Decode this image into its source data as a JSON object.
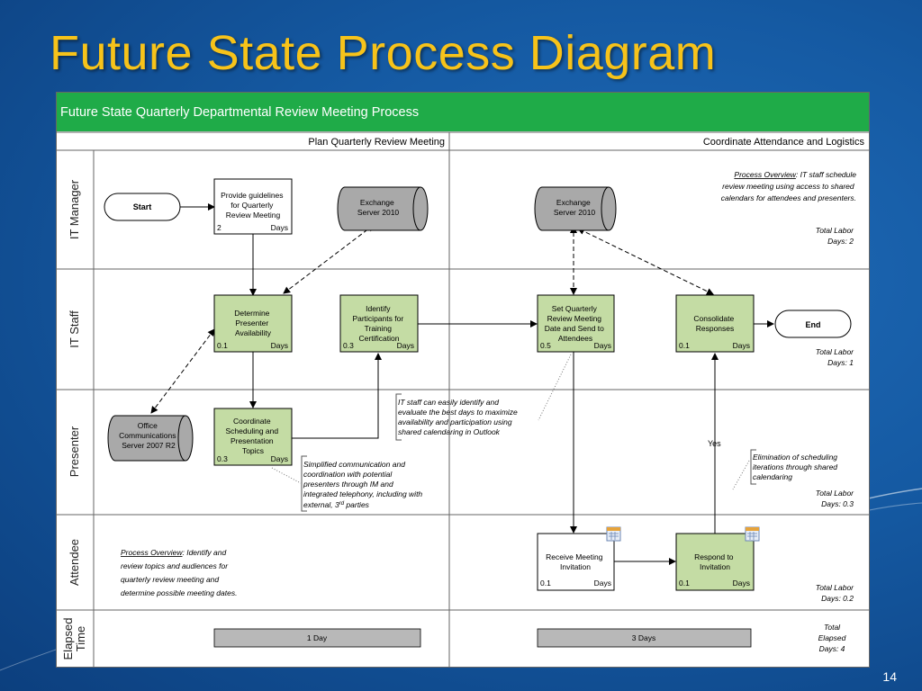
{
  "slide": {
    "title": "Future State Process Diagram",
    "page_number": "14"
  },
  "diagram": {
    "header": "Future State Quarterly Departmental Review Meeting Process",
    "phases": [
      "Plan Quarterly Review Meeting",
      "Coordinate Attendance and Logistics"
    ],
    "lanes": {
      "it_manager": [
        "IT Manager"
      ],
      "it_staff": [
        "IT Staff"
      ],
      "presenter": [
        "Presenter"
      ],
      "attendee": [
        "Attendee"
      ],
      "elapsed": [
        "Elapsed",
        "Time"
      ]
    },
    "terminals": {
      "start": "Start",
      "end": "End"
    },
    "tasks": {
      "provide_guidelines": {
        "lines": [
          "Provide guidelines",
          "for Quarterly",
          "Review Meeting"
        ],
        "num": "2",
        "unit": "Days"
      },
      "determine_availability": {
        "lines": [
          "Determine",
          "Presenter",
          "Availability"
        ],
        "num": "0.1",
        "unit": "Days"
      },
      "identify_participants": {
        "lines": [
          "Identify",
          "Participants for",
          "Training",
          "Certification"
        ],
        "num": "0.3",
        "unit": "Days"
      },
      "set_meeting_date": {
        "lines": [
          "Set Quarterly",
          "Review Meeting",
          "Date and Send to",
          "Attendees"
        ],
        "num": "0.5",
        "unit": "Days"
      },
      "consolidate": {
        "lines": [
          "Consolidate",
          "Responses"
        ],
        "num": "0.1",
        "unit": "Days"
      },
      "coordinate_scheduling": {
        "lines": [
          "Coordinate",
          "Scheduling and",
          "Presentation",
          "Topics"
        ],
        "num": "0.3",
        "unit": "Days"
      },
      "receive_invitation": {
        "lines": [
          "Receive Meeting",
          "Invitation"
        ],
        "num": "0.1",
        "unit": "Days"
      },
      "respond_invitation": {
        "lines": [
          "Respond to",
          "Invitation"
        ],
        "num": "0.1",
        "unit": "Days"
      }
    },
    "databases": {
      "exchange_1": [
        "Exchange",
        "Server 2010"
      ],
      "exchange_2": [
        "Exchange",
        "Server 2010"
      ],
      "office_comm": [
        "Office",
        "Communications",
        "Server 2007 R2"
      ]
    },
    "annotations": {
      "it_staff_calendar": [
        "IT staff can easily identify and",
        "evaluate the best days to maximize",
        "availability and participation using",
        "shared calendaring in Outlook"
      ],
      "simplified_comm": [
        "Simplified communication and",
        "coordination with potential",
        "presenters through IM and",
        "integrated telephony, including with"
      ],
      "simplified_comm_last": {
        "prefix": "external, 3",
        "sup": "rd",
        "suffix": " parties"
      },
      "elimination": [
        "Elimination of scheduling",
        "iterations through shared",
        "calendaring"
      ]
    },
    "overviews": {
      "it_manager": {
        "label": "Process Overview",
        "first_rest": ": IT staff schedule",
        "lines": [
          "review meeting using access to shared",
          "calendars for attendees and presenters."
        ]
      },
      "attendee": {
        "label": "Process Overview",
        "first_rest": ": Identify and",
        "lines": [
          "review topics and audiences for",
          "quarterly review meeting and",
          "determine possible meeting dates."
        ]
      }
    },
    "labor": {
      "it_manager": [
        "Total Labor",
        "Days: 2"
      ],
      "it_staff": [
        "Total Labor",
        "Days: 1"
      ],
      "presenter": [
        "Total Labor",
        "Days: 0.3"
      ],
      "attendee": [
        "Total Labor",
        "Days: 0.2"
      ],
      "elapsed": [
        "Total",
        "Elapsed",
        "Days: 4"
      ]
    },
    "yes_label": "Yes",
    "elapsed_bars": [
      "1 Day",
      "3 Days"
    ],
    "colors": {
      "header_green": "#1fab48",
      "task_green": "#c4dca4",
      "db_gray": "#a9a9a9",
      "bar_gray": "#b8b8b8",
      "title_yellow": "#f7c31a"
    }
  }
}
